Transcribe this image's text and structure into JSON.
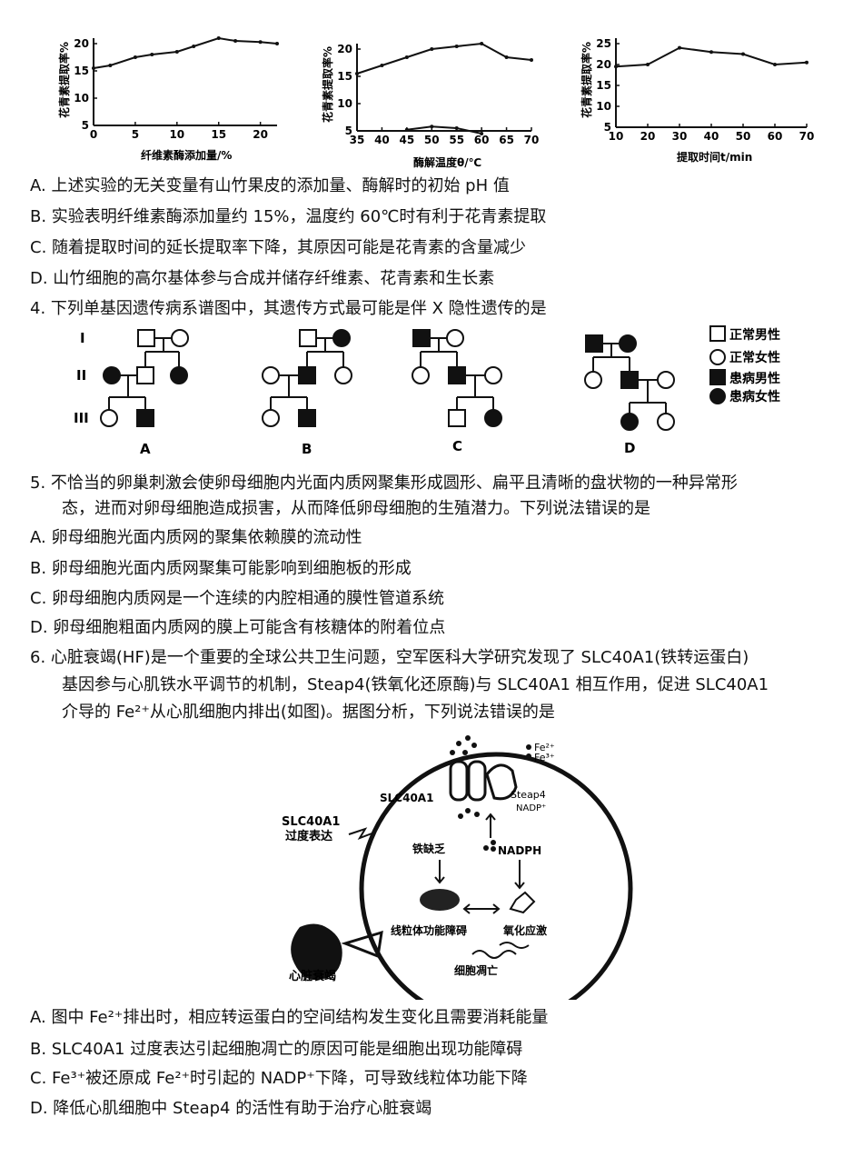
{
  "charts": [
    {
      "ylabel": "花青素提取率%",
      "xlabel": "纤维素酶添加量/%",
      "xticks": [
        "0",
        "5",
        "10",
        "15",
        "20"
      ],
      "yticks": [
        "5",
        "10",
        "15",
        "20"
      ]
    },
    {
      "ylabel": "花青素提取率%",
      "xlabel": "酶解温度θ/℃",
      "xticks": [
        "35",
        "40",
        "45",
        "50",
        "55",
        "60",
        "65",
        "70"
      ],
      "yticks": [
        "5",
        "10",
        "15",
        "20"
      ]
    },
    {
      "ylabel": "花青素提取率%",
      "xlabel": "提取时间t/min",
      "xticks": [
        "10",
        "20",
        "30",
        "40",
        "50",
        "60",
        "70"
      ],
      "yticks": [
        "5",
        "10",
        "15",
        "20",
        "25"
      ]
    }
  ],
  "chart_data": [
    {
      "type": "line",
      "xlabel": "纤维素酶添加量/%",
      "ylabel": "花青素提取率%",
      "xlim": [
        0,
        22
      ],
      "ylim": [
        5,
        20
      ],
      "x": [
        0,
        2,
        5,
        7,
        10,
        12,
        15,
        17,
        20,
        22
      ],
      "y": [
        15.5,
        16,
        17.5,
        18,
        18.5,
        19.5,
        21,
        20.5,
        20.3,
        20
      ]
    },
    {
      "type": "line",
      "xlabel": "酶解温度θ/℃",
      "ylabel": "花青素提取率%",
      "xlim": [
        35,
        70
      ],
      "ylim": [
        5,
        20
      ],
      "series": [
        {
          "x": [
            35,
            40,
            45,
            50,
            55,
            60,
            65,
            70
          ],
          "y": [
            15.5,
            17,
            18.5,
            20,
            20.5,
            22,
            18.5,
            18
          ]
        },
        {
          "x": [
            45,
            50,
            55,
            60
          ],
          "y": [
            5.2,
            5.8,
            5.5,
            4.5
          ]
        }
      ]
    },
    {
      "type": "line",
      "xlabel": "提取时间t/min",
      "ylabel": "花青素提取率%",
      "xlim": [
        10,
        70
      ],
      "ylim": [
        5,
        25
      ],
      "x": [
        10,
        20,
        30,
        40,
        50,
        60,
        70
      ],
      "y": [
        19.5,
        20,
        24,
        23,
        22.5,
        20,
        20.5
      ]
    }
  ],
  "q3_options": [
    "A. 上述实验的无关变量有山竹果皮的添加量、酶解时的初始 pH 值",
    "B. 实验表明纤维素酶添加量约 15%，温度约 60℃时有利于花青素提取",
    "C. 随着提取时间的延长提取率下降，其原因可能是花青素的含量减少",
    "D. 山竹细胞的高尔基体参与合成并储存纤维素、花青素和生长素"
  ],
  "q4_stem": "4. 下列单基因遗传病系谱图中，其遗传方式最可能是伴 X 隐性遗传的是",
  "pedigree": {
    "gen_labels": [
      "I",
      "II",
      "III"
    ],
    "panel_labels": [
      "A",
      "B",
      "C",
      "D"
    ],
    "legend": [
      "正常男性",
      "正常女性",
      "患病男性",
      "患病女性"
    ]
  },
  "q5_stem": [
    "5. 不恰当的卵巢刺激会使卵母细胞内光面内质网聚集形成圆形、扁平且清晰的盘状物的一种异常形",
    "态，进而对卵母细胞造成损害，从而降低卵母细胞的生殖潜力。下列说法错误的是"
  ],
  "q5_options": [
    "A.  卵母细胞光面内质网的聚集依赖膜的流动性",
    "B.  卵母细胞光面内质网聚集可能影响到细胞板的形成",
    "C. 卵母细胞内质网是一个连续的内腔相通的膜性管道系统",
    "D. 卵母细胞粗面内质网的膜上可能含有核糖体的附着位点"
  ],
  "q6_stem": [
    "6. 心脏衰竭(HF)是一个重要的全球公共卫生问题，空军医科大学研究发现了 SLC40A1(铁转运蛋白)",
    "基因参与心肌铁水平调节的机制，Steap4(铁氧化还原酶)与 SLC40A1 相互作用，促进 SLC40A1",
    "介导的 Fe²⁺从心肌细胞内排出(如图)。据图分析，下列说法错误的是"
  ],
  "diagram": {
    "fe2": "Fe²⁺",
    "fe3": "Fe³⁺",
    "slc": "SLC40A1",
    "steap": "Steap4",
    "nadp": "NADP⁺",
    "overexp_1": "SLC40A1",
    "overexp_2": "过度表达",
    "iron_def": "铁缺乏",
    "nadph": "NADPH",
    "mito": "线粒体功能障碍",
    "oxid": "氧化应激",
    "death": "细胞凋亡",
    "hf": "心脏衰竭"
  },
  "q6_options": [
    "A. 图中 Fe²⁺排出时，相应转运蛋白的空间结构发生变化且需要消耗能量",
    "B.  SLC40A1 过度表达引起细胞凋亡的原因可能是细胞出现功能障碍",
    "C.  Fe³⁺被还原成 Fe²⁺时引起的 NADP⁺下降，可导致线粒体功能下降",
    "D.  降低心肌细胞中 Steap4 的活性有助于治疗心脏衰竭"
  ]
}
